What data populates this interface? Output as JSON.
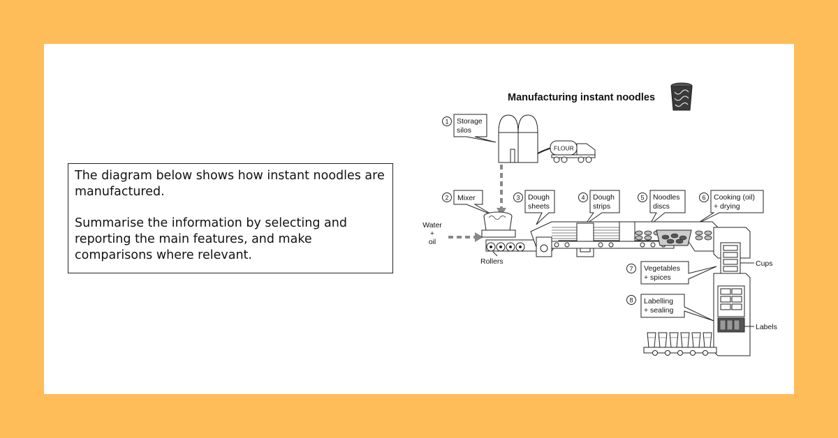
{
  "prompt": {
    "line1": "The diagram below shows how instant noodles are manufactured.",
    "line2": "Summarise the information by selecting and reporting the main features, and make comparisons where relevant."
  },
  "diagram": {
    "title": "Manufacturing instant noodles",
    "truck_label": "FLOUR",
    "steps": [
      {
        "num": "1",
        "line1": "Storage",
        "line2": "silos"
      },
      {
        "num": "2",
        "line1": "Mixer",
        "line2": ""
      },
      {
        "num": "3",
        "line1": "Dough",
        "line2": "sheets"
      },
      {
        "num": "4",
        "line1": "Dough",
        "line2": "strips"
      },
      {
        "num": "5",
        "line1": "Noodles",
        "line2": "discs"
      },
      {
        "num": "6",
        "line1": "Cooking (oil)",
        "line2": "+ drying"
      },
      {
        "num": "7",
        "line1": "Vegetables",
        "line2": "+ spices"
      },
      {
        "num": "8",
        "line1": "Labelling",
        "line2": "+ sealing"
      }
    ],
    "water": {
      "line1": "Water",
      "line2": "+",
      "line3": "oil"
    },
    "rollers": "Rollers",
    "cups": "Cups",
    "labels": "Labels"
  },
  "colors": {
    "background": "#FFBD59",
    "card": "#FFFFFF",
    "ink": "#222222",
    "shade": "#9A9A9A"
  }
}
